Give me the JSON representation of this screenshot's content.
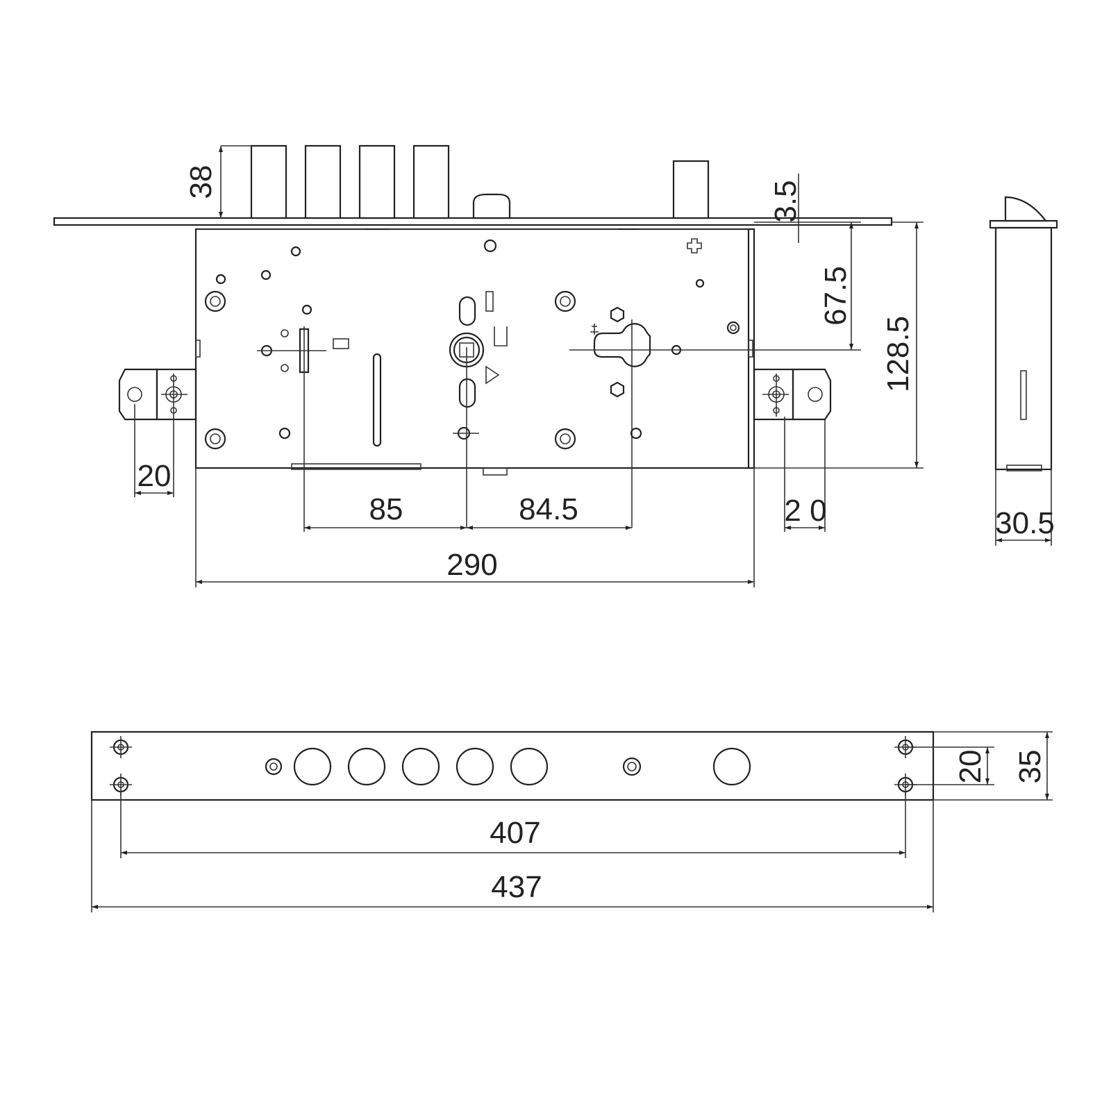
{
  "dimensions": {
    "bolt_projection": "38",
    "faceplate_thickness": "3.5",
    "spindle_to_edge": "67.5",
    "case_height": "128.5",
    "left_tab_offset": "20",
    "right_tab_offset": "2 0",
    "spindle_to_left_axis": "85",
    "spindle_to_cylinder": "84.5",
    "case_length": "290",
    "case_depth": "30.5",
    "hole_spacing": "407",
    "faceplate_length": "437",
    "hole_vertical_spacing": "20",
    "faceplate_width": "35"
  }
}
